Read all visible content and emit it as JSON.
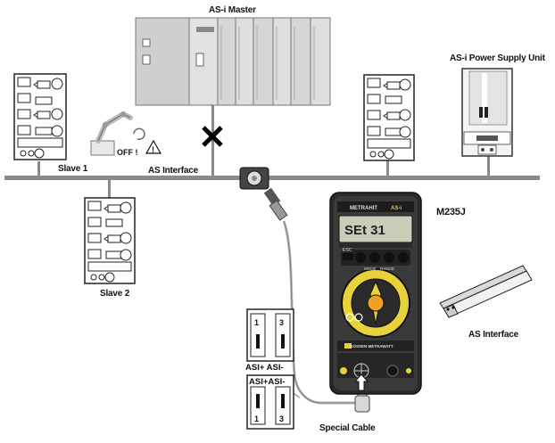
{
  "labels": {
    "master": "AS-i Master",
    "power_supply": "AS-i Power Supply Unit",
    "slave1": "Slave 1",
    "slave2": "Slave 2",
    "bus": "AS Interface",
    "multimeter_model": "M235J",
    "cable_profile": "AS Interface",
    "special_cable": "Special Cable",
    "off_sign": "OFF !",
    "warning_glyph": "!"
  },
  "multimeter": {
    "display_text": "SEt 31",
    "brand": "METRAHIT",
    "model_badge": "AS-i",
    "manufacturer": "GOSSEN METRAWATT",
    "esc_label": "ESC",
    "mode_label": "MODE",
    "range_label": "RANGE"
  },
  "adapter": {
    "top_terminals": [
      "1",
      "3"
    ],
    "top_polarity": "ASI+ ASI-",
    "bottom_polarity": "ASI+ASI-",
    "bottom_terminals": [
      "1",
      "3"
    ]
  },
  "icons": [
    "robot-arm-icon",
    "warning-icon",
    "cross-mark-icon",
    "round-connector-icon",
    "ce-mark-icon"
  ]
}
